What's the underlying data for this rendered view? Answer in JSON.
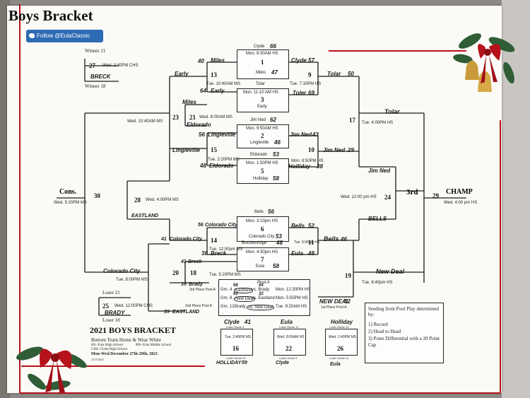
{
  "header": {
    "title": "Boys Bracket",
    "follow_label": "Follow @EulaClassic"
  },
  "top_left": {
    "winner21": "Winner 21",
    "game": "27",
    "time": "Wed. 2:40PM CHS",
    "team": "BRECK",
    "winner18": "Winner 18"
  },
  "g1": {
    "top": "Clyde",
    "top_score": "66",
    "line": "Mon. 8:30AM HS",
    "num": "1",
    "bottom": "Miles",
    "bottom_score": "47"
  },
  "g3": {
    "top": "Tolar",
    "line": "Mon. 11:10 AM HS",
    "num": "3",
    "bottom": "Early"
  },
  "g2": {
    "top": "Jim Ned",
    "top_score": "62",
    "line": "Mon. 9:50AM HS",
    "num": "2",
    "bottom": "Lingleville",
    "bottom_score": "46"
  },
  "g5": {
    "top": "Eldorado",
    "top_score": "53",
    "line": "Mon. 1:50PM HS",
    "num": "5",
    "bottom": "Holliday",
    "bottom_score": "58"
  },
  "g6": {
    "top": "Bells",
    "top_score": "56",
    "line": "Mon. 3:10pm HS",
    "num": "6",
    "bottom": "Colorado City",
    "bottom_score": "53"
  },
  "g7": {
    "top": "Breckenridge",
    "top_score": "46",
    "line": "Mon. 4:30pm HS",
    "num": "7",
    "bottom": "Eula",
    "bottom_score": "58"
  },
  "g13": {
    "num": "13",
    "top": "Miles",
    "top_score": "40",
    "bottom": "Early",
    "bottom_score": "64",
    "time": "Tue. 10:40AM MS",
    "winner": "Early"
  },
  "g9": {
    "num": "9",
    "top": "Clyde",
    "top_score": "57",
    "bottom": "Toler",
    "bottom_score": "69",
    "time": "Tue. 7:10PM HS",
    "winner": "Tolar",
    "winner_score": "50"
  },
  "g21": {
    "num": "21",
    "time": "Wed. 8:00AM MS",
    "top": "Miles",
    "bottom": "Eldorado"
  },
  "g15": {
    "num": "15",
    "top": "Lingleville",
    "top_score": "56",
    "bottom": "Eldorado",
    "bottom_score": "48",
    "time": "Tue. 2:20PM MS",
    "winner": "Lingleville"
  },
  "g10": {
    "num": "10",
    "top": "Jim Ned",
    "top_score": "43",
    "bottom": "Holliday",
    "bottom_score": "38",
    "time": "Mon. 8:50PM HS",
    "winner": "Jim Ned",
    "winner_score": "29"
  },
  "g23": {
    "num": "23",
    "time": "Wed. 10:40AM MS"
  },
  "g17": {
    "num": "17",
    "time": "Tue. 4:00PM HS",
    "winner": "Tolar"
  },
  "g14": {
    "num": "14",
    "top": "Colorado City",
    "top_score": "56",
    "bottom": "Colorado City",
    "bottom_score": "41",
    "time": "Tue. 12:00pm MS"
  },
  "g11": {
    "num": "11",
    "top": "Bells",
    "top_score": "52",
    "bottom": "Eula",
    "bottom_score": "48",
    "time": "Tue. 6:00am HS",
    "winner": "Bells",
    "winner_score": "46"
  },
  "g18": {
    "num": "18",
    "top": "Breck",
    "top_score": "38",
    "bottom": "Breck",
    "bottom_score": "41",
    "time": "Tue. 5:20PM MS"
  },
  "g20": {
    "num": "20",
    "top": "Brady",
    "top_score": "39",
    "top_note": "3rd Place Pool A",
    "bottom_note": "2nd Place Pool A",
    "bottom": "EASTLAND",
    "bottom_score": "39"
  },
  "g19": {
    "num": "19",
    "time": "Tue. 6:40pm HS",
    "winner": "New Deal",
    "bottom": "NEW DEAL",
    "bottom_score": "52",
    "bottom_note": "1st Place Pool A"
  },
  "g28": {
    "num": "28",
    "time": "Wed. 4:00PM MS",
    "winner": "EASTLAND"
  },
  "g24": {
    "num": "24",
    "time": "Wed. 12:00 pm HS",
    "top": "Jim Ned",
    "bottom": "BELLS"
  },
  "g30": {
    "num": "30",
    "label": "Cons.",
    "time": "Wed. 5:20PM MS",
    "team": "Colorado City",
    "team_time": "Tue. 8:00PM MS"
  },
  "g29": {
    "num": "29",
    "label": "CHAMP",
    "third": "3rd",
    "time": "Wed. 4:00 pm HS"
  },
  "pool": {
    "title": "Pool A",
    "rows": [
      {
        "gm": "Gm. 4",
        "score1": "68",
        "team1": "Eastland",
        "vs": "vs. Brady",
        "score2": "54",
        "time": "Mon. 12:30PM HS"
      },
      {
        "gm": "Gm. 8",
        "score1": "62",
        "team1": "New Deal",
        "vs": "vs. Eastland",
        "score2": "32",
        "time": "Mon. 5:50PM HS"
      },
      {
        "gm": "Gm. 12",
        "score1": "",
        "team1": "Brady",
        "vs": "vs. New Deal",
        "score2": "",
        "time": "Tue. 9:20AM HS"
      }
    ]
  },
  "lower_left": {
    "loser21": "Loser 21",
    "game": "25",
    "time": "Wed. 12:00PM CHS",
    "team": "BRADY",
    "loser18": "Loser 18"
  },
  "small_games": [
    {
      "hand": "Clyde",
      "hand_score": "41",
      "label": "Loser Game 9",
      "time": "Tue. 2:40PM MS",
      "num": "16",
      "foot": "Loser Game 10",
      "foot_hand": "HOLLIDAY",
      "foot_score": "59"
    },
    {
      "hand": "Eula",
      "hand_score": "",
      "label": "Loser Game 11",
      "time": "Wed. 8:00AM HS",
      "num": "22",
      "foot": "Loser Game 9",
      "foot_hand": "Clyde",
      "foot_score": ""
    },
    {
      "hand": "Holliday",
      "hand_score": "",
      "label": "Loser Game 10",
      "time": "Wed. 2:40PM MS",
      "num": "26",
      "foot": "Loser Game 11",
      "foot_hand": "Eula",
      "foot_score": ""
    }
  ],
  "bottom": {
    "title": "2021 BOYS BRACKET",
    "line1": "Bottom Team Home & Wear White",
    "line2a": "HS- Eula High School",
    "line2b": "MS- Eula Middle School",
    "line3": "CHS- Clyde High School",
    "line4": "Mon-Wed December 27th-29th, 2021",
    "line5": "12/17/2021"
  },
  "seeding": {
    "title": "Seeding from Pool Play determined by:",
    "items": [
      "1) Record",
      "2) Head to Head",
      "3) Point Differential with a 20 Point Cap"
    ]
  },
  "colors": {
    "ribbon": "#b5121b",
    "line": "#1a1a1a",
    "twitter": "#2d6bb4"
  }
}
